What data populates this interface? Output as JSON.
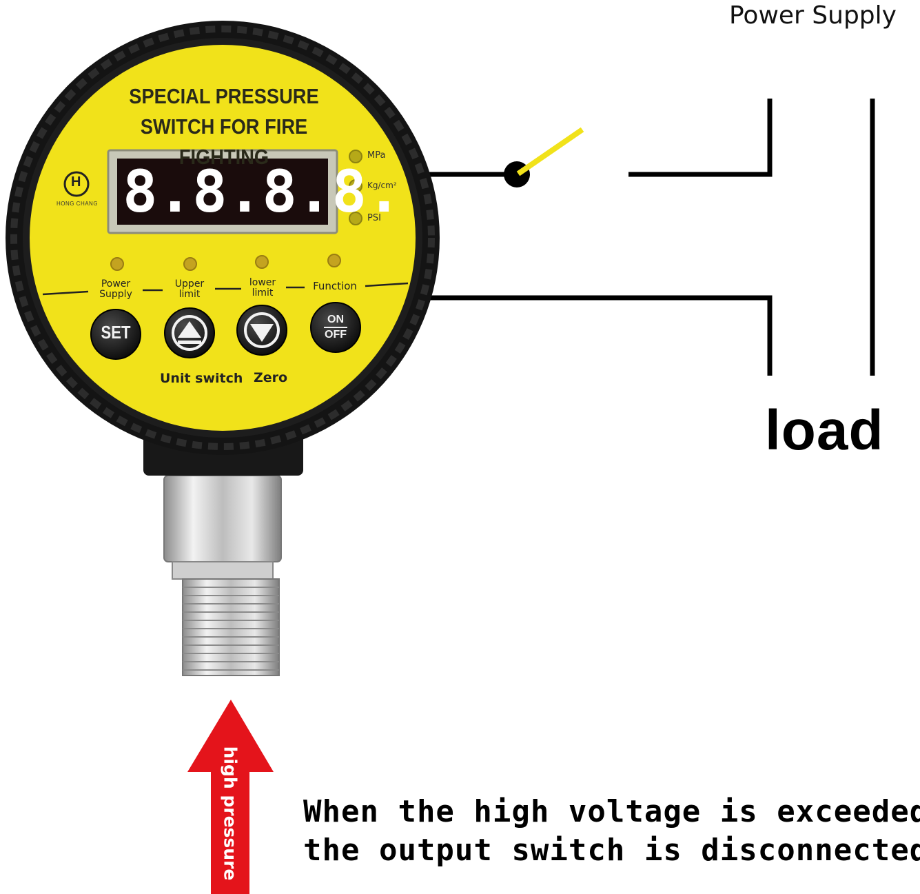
{
  "labels": {
    "power_supply": "Power Supply",
    "load": "load",
    "note_line1": "When the high voltage is exceeded,",
    "note_line2": "the output switch is disconnected",
    "arrow_text": "high pressure"
  },
  "gauge": {
    "title_line1": "SPECIAL PRESSURE",
    "title_line2": "SWITCH FOR FIRE FIGHTING",
    "brand_name": "HONG CHANG",
    "brand_letter": "H",
    "display_digits": [
      "8.",
      "8.",
      "8.",
      "8."
    ],
    "units": [
      "MPa",
      "Kg/cm²",
      "PSI"
    ],
    "indicators": [
      {
        "line1": "Power",
        "line2": "Supply"
      },
      {
        "line1": "Upper",
        "line2": "limit"
      },
      {
        "line1": "lower",
        "line2": "limit"
      },
      {
        "line1": "Function",
        "line2": ""
      }
    ],
    "buttons": {
      "set": "SET",
      "on": "ON",
      "off": "OFF"
    },
    "bottom_label1": "Unit switch",
    "bottom_label2": "Zero"
  },
  "colors": {
    "face": "#f1e21a",
    "bezel": "#141414",
    "arrow": "#e4141b",
    "switch_blade": "#f1e21a",
    "wire": "#000000"
  }
}
